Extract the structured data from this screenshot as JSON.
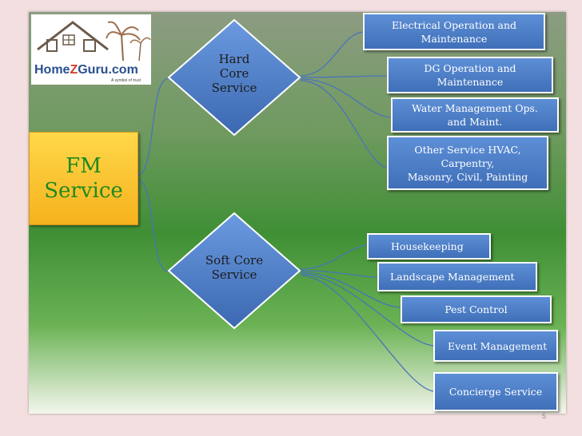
{
  "logo": {
    "brand_prefix": "Home",
    "brand_z": "Z",
    "brand_suffix": "Guru.com",
    "tagline": "A symbol of trust"
  },
  "root": {
    "line1": "FM",
    "line2": "Service"
  },
  "hard_core": {
    "line1": "Hard Core",
    "line2": "Service",
    "items": [
      {
        "line1": "Electrical Operation and",
        "line2": "Maintenance"
      },
      {
        "line1": "DG Operation and",
        "line2": "Maintenance"
      },
      {
        "line1": "Water Management Ops.",
        "line2": "and Maint."
      },
      {
        "line1": "Other Service HVAC,",
        "line2": "Carpentry,",
        "line3": "Masonry, Civil, Painting"
      }
    ]
  },
  "soft_core": {
    "line1": "Soft  Core",
    "line2": "Service",
    "items": [
      {
        "label": "Housekeeping"
      },
      {
        "label": "Landscape Management"
      },
      {
        "label": "Pest Control"
      },
      {
        "label": "Event Management"
      },
      {
        "label": "Concierge Service"
      }
    ]
  },
  "page_number": "5",
  "colors": {
    "root_fill": "#f6b21e",
    "root_text": "#1e8a1e",
    "node_fill": "#3f6fb8",
    "diamond_fill": "#4a7bc4"
  }
}
